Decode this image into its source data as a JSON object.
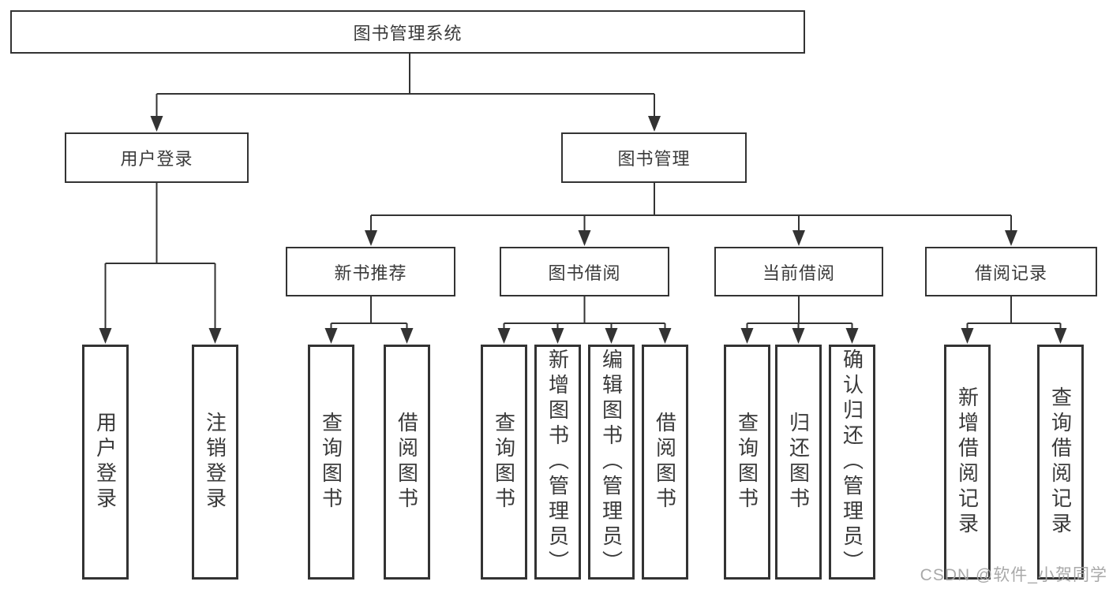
{
  "diagram": {
    "root": {
      "label": "图书管理系统"
    },
    "branches": [
      {
        "label": "用户登录",
        "children": [
          {
            "label": "用户登录"
          },
          {
            "label": "注销登录"
          }
        ]
      },
      {
        "label": "图书管理",
        "children": [
          {
            "label": "新书推荐",
            "children": [
              {
                "label": "查询图书"
              },
              {
                "label": "借阅图书"
              }
            ]
          },
          {
            "label": "图书借阅",
            "children": [
              {
                "label": "查询图书"
              },
              {
                "label": "新增图书（管理员）"
              },
              {
                "label": "编辑图书（管理员）"
              },
              {
                "label": "借阅图书"
              }
            ]
          },
          {
            "label": "当前借阅",
            "children": [
              {
                "label": "查询图书"
              },
              {
                "label": "归还图书"
              },
              {
                "label": "确认归还（管理员）"
              }
            ]
          },
          {
            "label": "借阅记录",
            "children": [
              {
                "label": "新增借阅记录"
              },
              {
                "label": "查询借阅记录"
              }
            ]
          }
        ]
      }
    ]
  },
  "colors": {
    "line": "#333333",
    "box_border": "#333333",
    "text": "#3a3a3a",
    "watermark": "#a4a4a4"
  },
  "watermark": {
    "text": "CSDN @软件_小贺同学"
  }
}
